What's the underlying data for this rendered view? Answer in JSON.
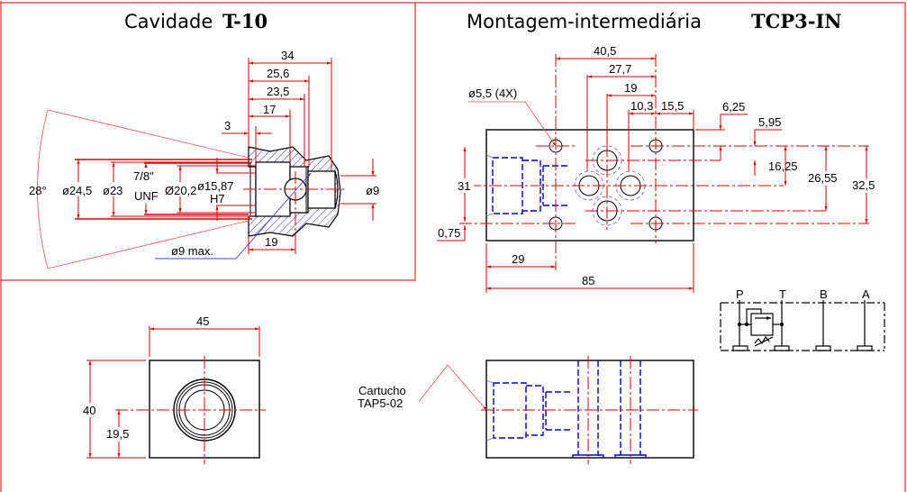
{
  "cavity_panel": {
    "title_prefix": "Cavidade",
    "title_code": "T-10",
    "dims_top": [
      "34",
      "25,6",
      "23,5",
      "17",
      "3"
    ],
    "dims_left": {
      "angle": "28°",
      "d245": "ø24,5",
      "d23": "ø23",
      "thread_top": "7/8\"",
      "thread_bottom": "UNF",
      "d202": "Ø20,2",
      "d1587": "ø15,87",
      "tol": "H7"
    },
    "dim_right": "ø9",
    "dim_bottom": "19",
    "leader_note": "ø9  max."
  },
  "manifold_panel": {
    "title_prefix": "Montagem-intermediária",
    "title_code": "TCP3-IN",
    "hole_note": "ø5,5  (4X)",
    "dims_top": [
      "40,5",
      "27,7",
      "19",
      "10,3",
      "15,5"
    ],
    "dims_right": [
      "6,25",
      "5,95",
      "16,25",
      "26,55",
      "32,5"
    ],
    "dims_left": [
      "31",
      "0,75"
    ],
    "dims_bottom": [
      "29",
      "85"
    ]
  },
  "hydraulic_symbol": {
    "ports": [
      "P",
      "T",
      "B",
      "A"
    ]
  },
  "front_view": {
    "dim_width": "45",
    "dim_height": "40",
    "dim_center": "19,5"
  },
  "side_view": {
    "cartridge_label_1": "Cartucho",
    "cartridge_label_2": "TAP5-02"
  }
}
